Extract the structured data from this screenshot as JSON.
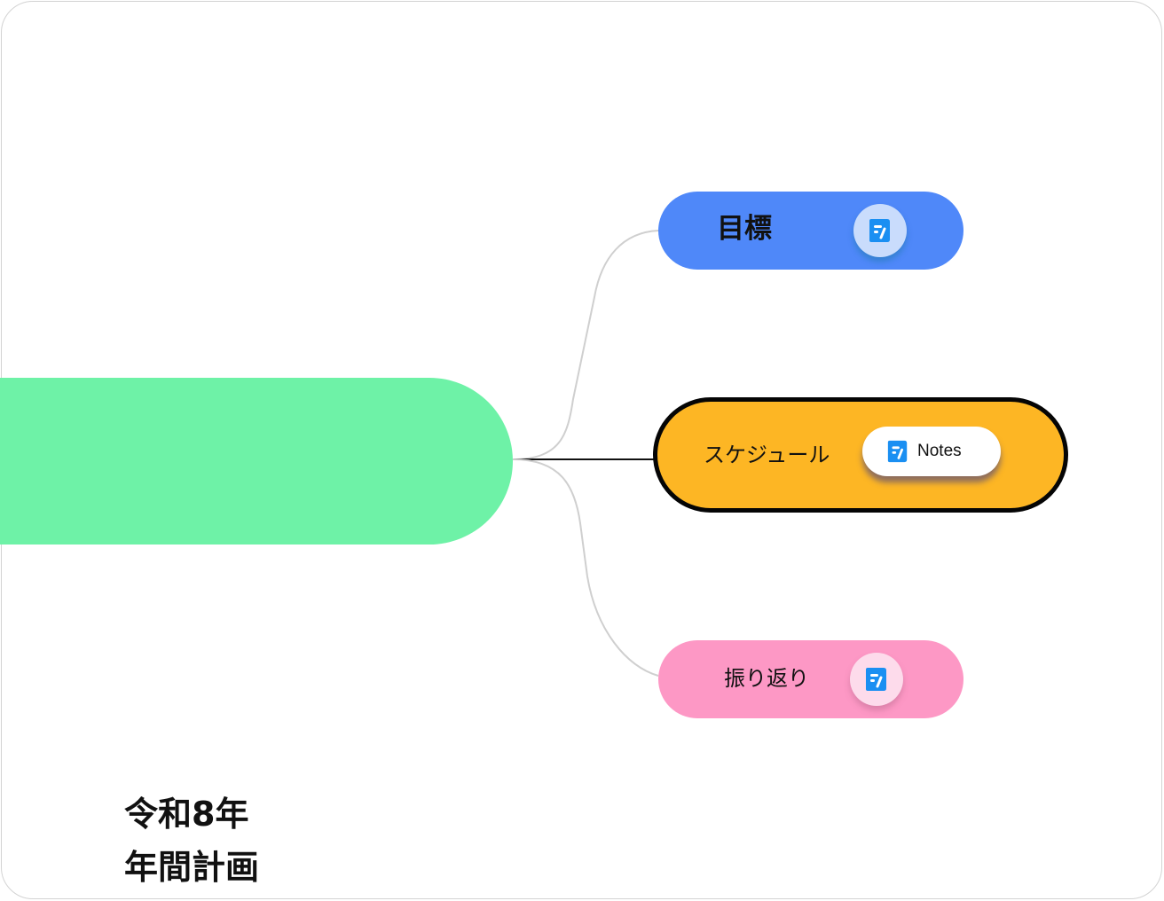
{
  "root": {
    "line1": "令和8年",
    "line2": "年間計画",
    "color": "#6ef2a7"
  },
  "branches": [
    {
      "label": "目標",
      "color": "#4f88f9",
      "icon": "note-icon"
    },
    {
      "label": "スケジュール",
      "color": "#fdb624",
      "selected": true,
      "icon": "note-icon",
      "notes_label": "Notes"
    },
    {
      "label": "振り返り",
      "color": "#fd98c5",
      "icon": "note-icon"
    }
  ],
  "colors": {
    "connector": "#cfcfcf",
    "selected_connector": "#111111",
    "selected_border": "#050505",
    "note_icon": "#1a8ff2"
  }
}
